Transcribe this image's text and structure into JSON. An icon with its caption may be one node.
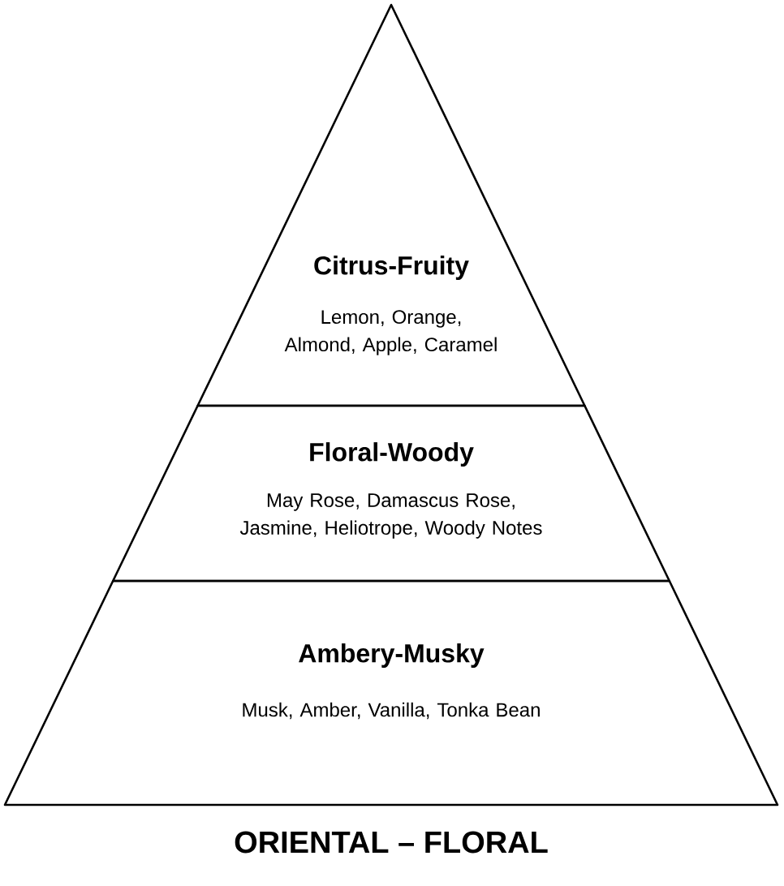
{
  "diagram": {
    "nodes": [
      {
        "text": [
          "Citrus-Fruity",
          "Lemon, Orange, Almond, Apple, Caramel"
        ]
      },
      {
        "text": [
          "Floral-Woody",
          "May Rose, Damascus Rose, Jasmine, Heliotrope, Woody Notes"
        ]
      },
      {
        "text": [
          "Ambery-Musky",
          "Musk, Amber, Vanilla, Tonka Bean"
        ]
      }
    ],
    "labels": [
      "ORIENTAL – FLORAL"
    ]
  }
}
